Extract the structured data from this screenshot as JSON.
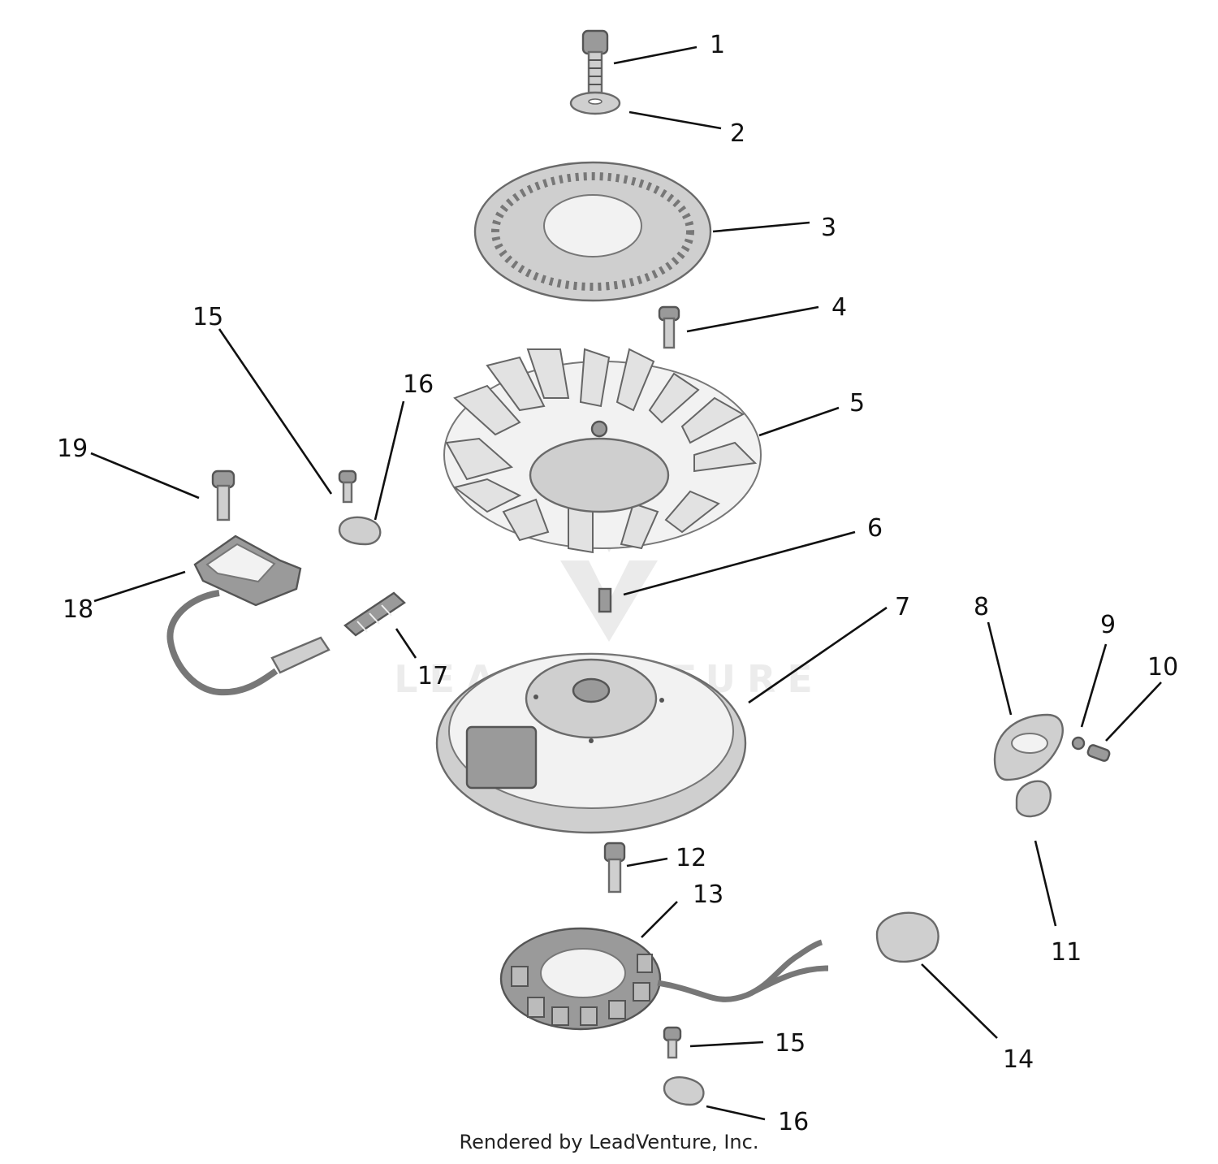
{
  "diagram": {
    "callouts": [
      {
        "id": "c1",
        "label": "1"
      },
      {
        "id": "c2",
        "label": "2"
      },
      {
        "id": "c3",
        "label": "3"
      },
      {
        "id": "c4",
        "label": "4"
      },
      {
        "id": "c5",
        "label": "5"
      },
      {
        "id": "c6",
        "label": "6"
      },
      {
        "id": "c7",
        "label": "7"
      },
      {
        "id": "c8",
        "label": "8"
      },
      {
        "id": "c9",
        "label": "9"
      },
      {
        "id": "c10",
        "label": "10"
      },
      {
        "id": "c11",
        "label": "11"
      },
      {
        "id": "c12",
        "label": "12"
      },
      {
        "id": "c13",
        "label": "13"
      },
      {
        "id": "c14",
        "label": "14"
      },
      {
        "id": "c15a",
        "label": "15"
      },
      {
        "id": "c15b",
        "label": "15"
      },
      {
        "id": "c16a",
        "label": "16"
      },
      {
        "id": "c16b",
        "label": "16"
      },
      {
        "id": "c17",
        "label": "17"
      },
      {
        "id": "c18",
        "label": "18"
      },
      {
        "id": "c19",
        "label": "19"
      }
    ]
  },
  "watermark": {
    "text": "LEADVENTURE"
  },
  "credit": "Rendered by LeadVenture, Inc."
}
